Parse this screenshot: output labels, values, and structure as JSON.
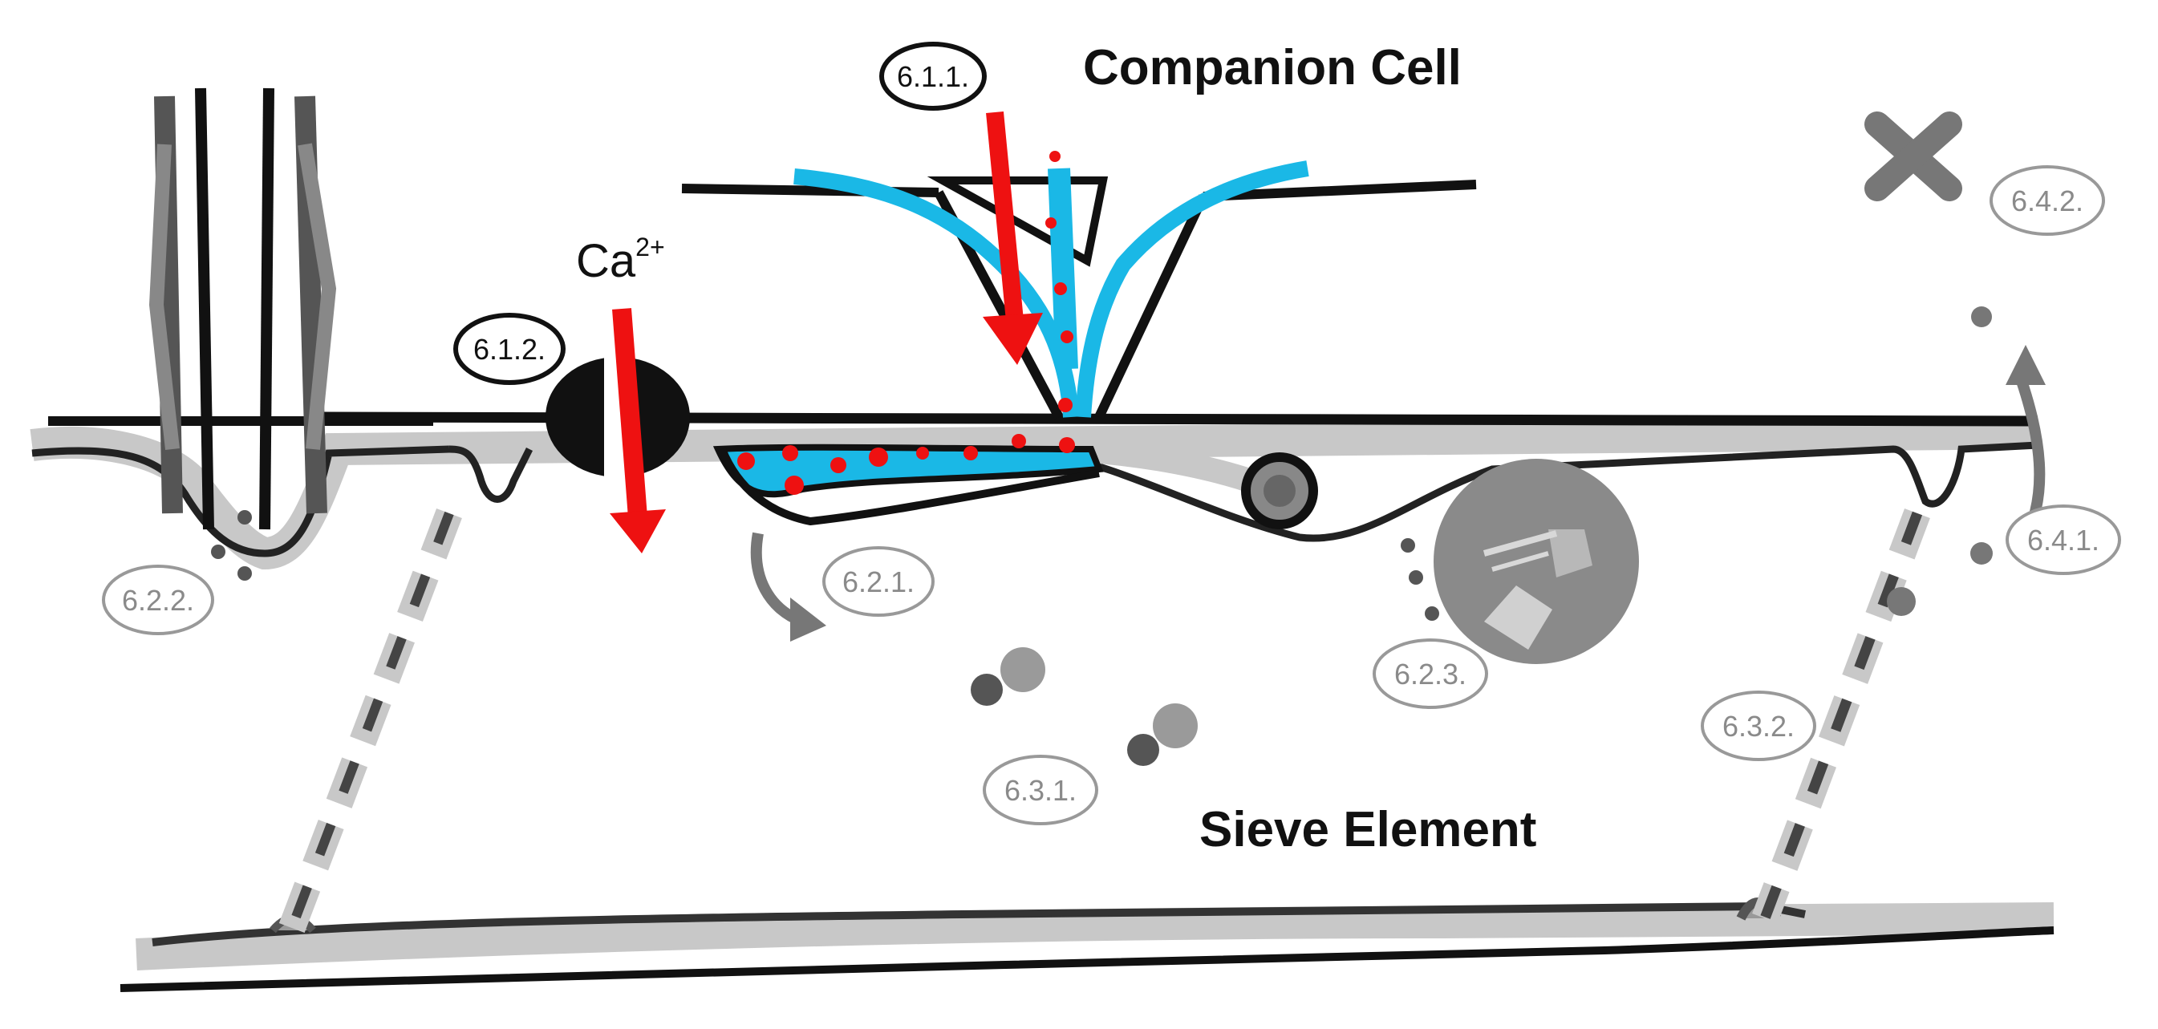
{
  "labels": {
    "companion_cell": "Companion Cell",
    "sieve_element": "Sieve Element",
    "calcium": "Ca",
    "calcium_charge": "2+"
  },
  "tags": {
    "t611": "6.1.1.",
    "t612": "6.1.2.",
    "t621": "6.2.1.",
    "t622": "6.2.2.",
    "t623": "6.2.3.",
    "t631": "6.3.1.",
    "t632": "6.3.2.",
    "t641": "6.4.1.",
    "t642": "6.4.2."
  },
  "colors": {
    "membrane": "#111111",
    "er_cyan": "#1ab8e6",
    "calcium_arrow": "#ee1111",
    "grey_dark": "#555555",
    "grey_mid": "#8a8a8a",
    "grey_light": "#c8c8c8"
  }
}
